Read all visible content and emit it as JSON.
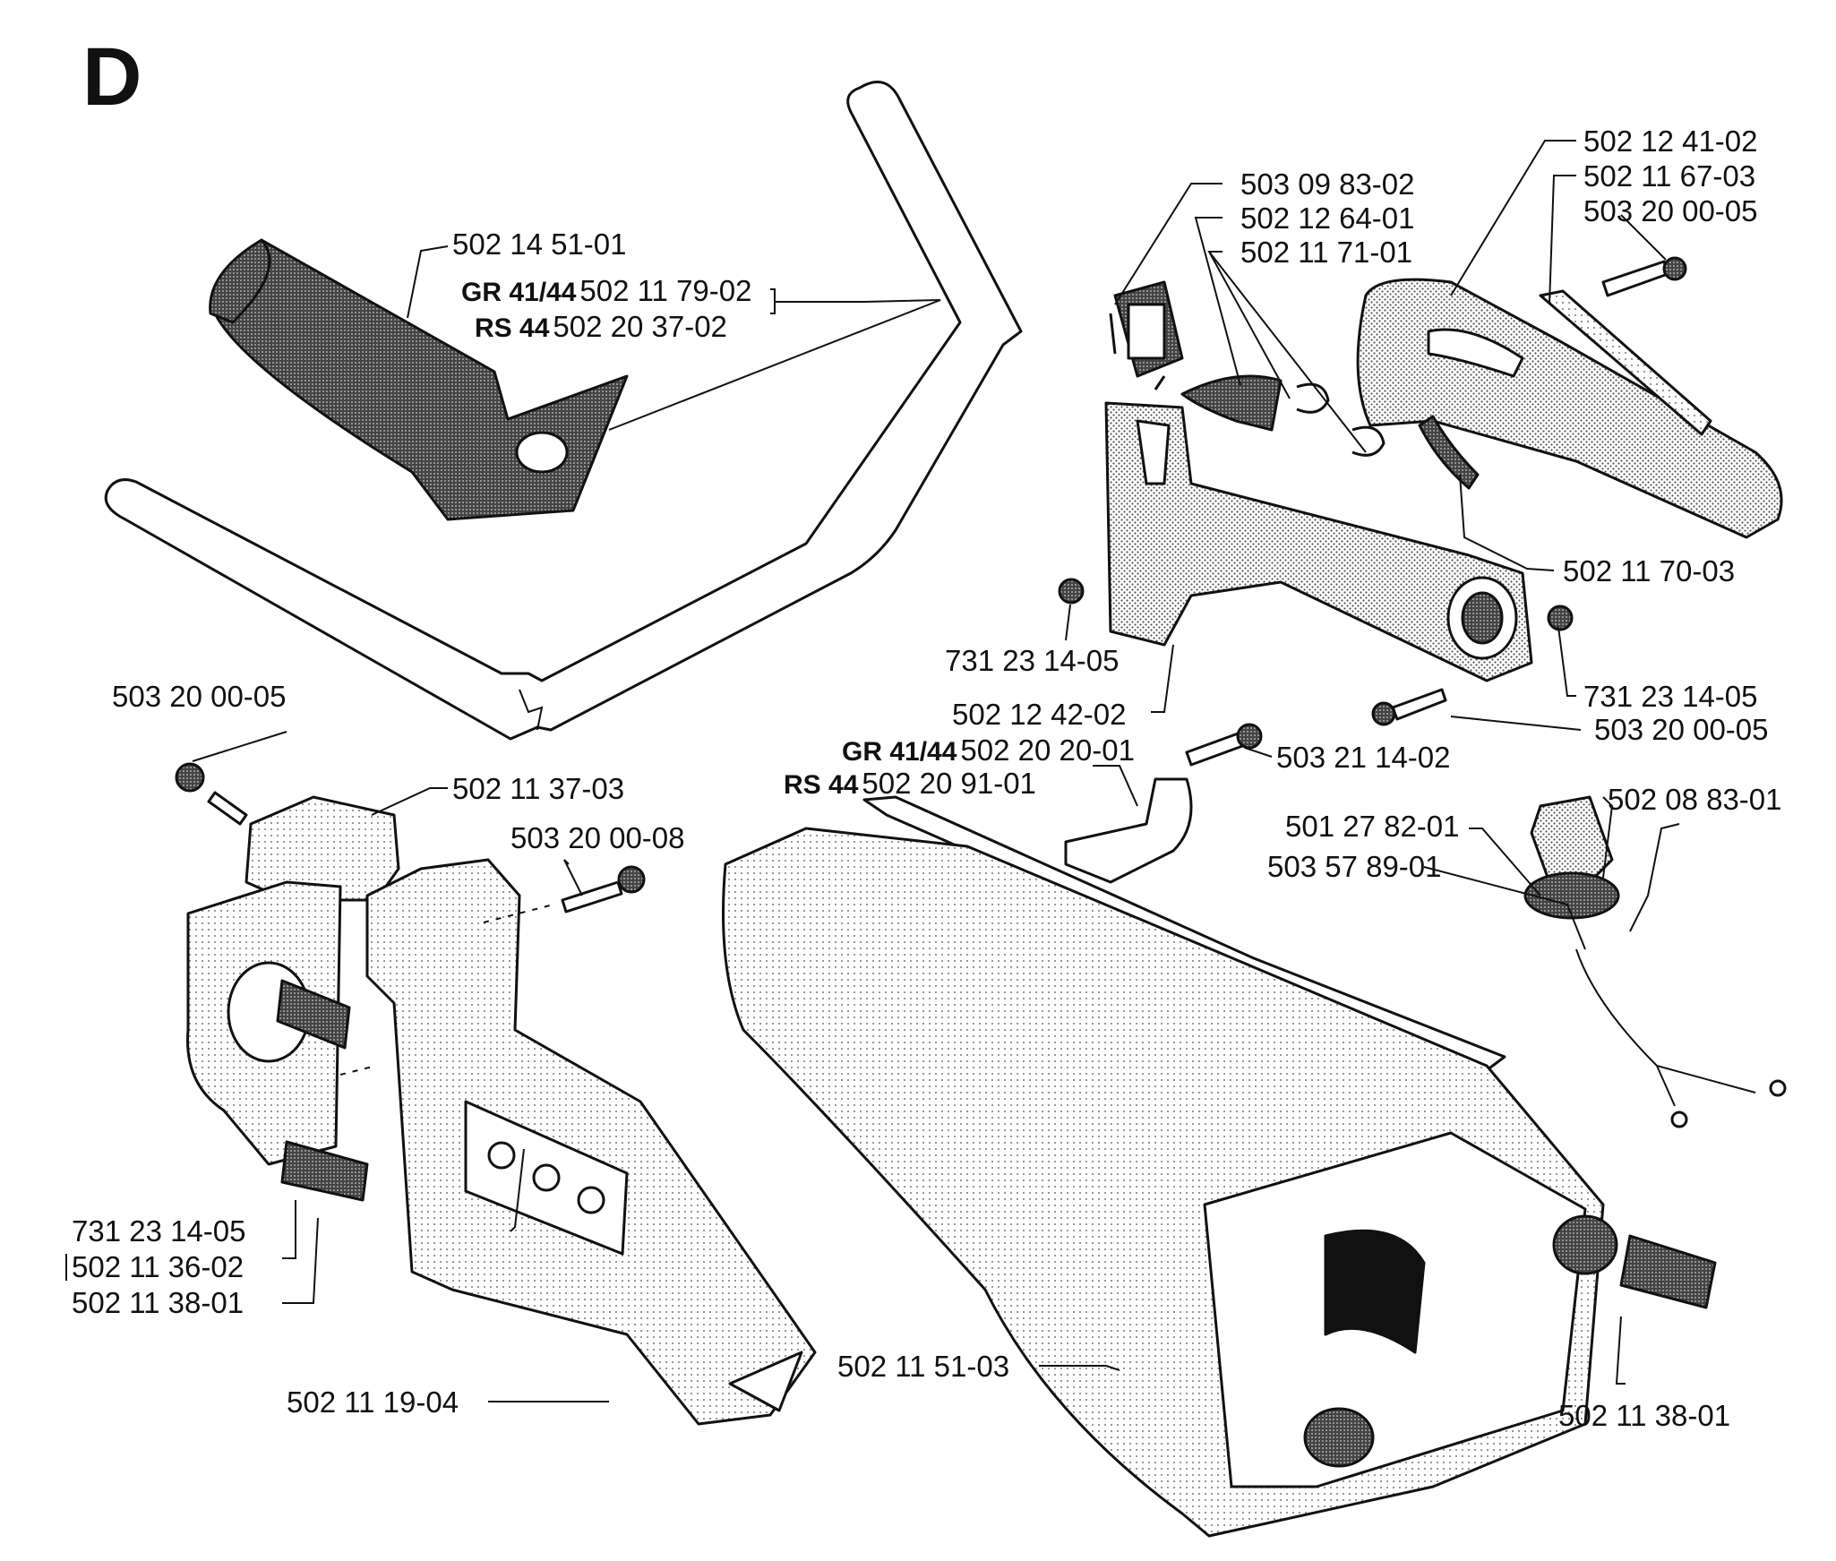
{
  "section": "D",
  "labels": {
    "grip": "502 14 51-01",
    "handlebar_gr_tag": "GR 41/44",
    "handlebar_gr": "502 11 79-02",
    "handlebar_rs_tag": "RS 44",
    "handlebar_rs": "502 20 37-02",
    "switch": "503 09 83-02",
    "throttle": "502 12 64-01",
    "spring": "502 11 71-01",
    "handle_cover": "502 12 41-02",
    "cover_strip": "502 11 67-03",
    "screw_cover": "503 20 00-05",
    "throttle_rod": "502 11 70-03",
    "nut_left": "731 23 14-05",
    "nut_right": "731 23 14-05",
    "handle_housing": "502 12 42-02",
    "screw_housing": "503 20 00-05",
    "bracket_gr_tag": "GR 41/44",
    "bracket_gr": "502 20 20-01",
    "bracket_rs_tag": "RS 44",
    "bracket_rs": "502 20 91-01",
    "bracket_screw": "503 21 14-02",
    "cap": "502 08 83-01",
    "gasket": "501 27 82-01",
    "cap_strap": "503 57 89-01",
    "screw_clamp": "503 20 00-05",
    "clamp": "502 11 37-03",
    "screw_long": "503 20 00-08",
    "nut_clamp": "731 23 14-05",
    "clamp_base": "502 11 36-02",
    "bushing_left": "502 11 38-01",
    "arm": "502 11 19-04",
    "tank": "502 11 51-03",
    "bushing_right": "502 11 38-01"
  }
}
